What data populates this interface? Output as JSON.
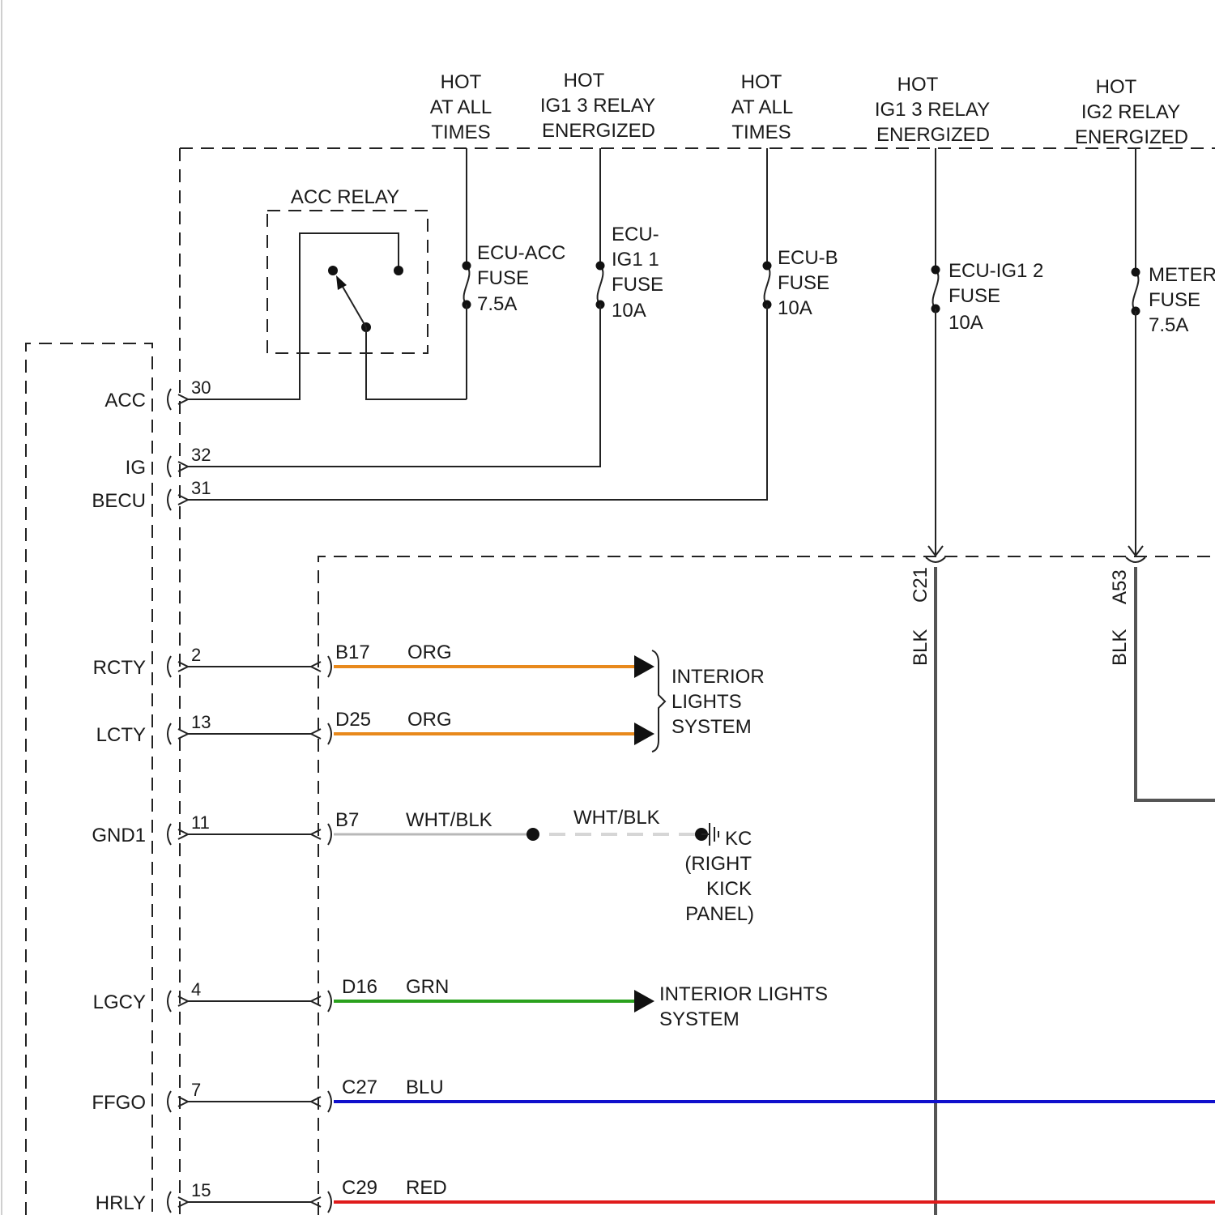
{
  "colors": {
    "ORG": "#e8891c",
    "GRN": "#2aa11d",
    "BLU": "#1010cc",
    "RED": "#e01b1b",
    "WHT_BLK": "#b8b8b8",
    "BLK": "#555555",
    "line": "#222222"
  },
  "power_sources": [
    {
      "id": "src-1",
      "line1": "HOT",
      "line2": "AT ALL",
      "line3": "TIMES"
    },
    {
      "id": "src-2",
      "line1": "HOT",
      "line2": "IG1 3 RELAY",
      "line3": "ENERGIZED"
    },
    {
      "id": "src-3",
      "line1": "HOT",
      "line2": "AT ALL",
      "line3": "TIMES"
    },
    {
      "id": "src-4",
      "line1": "HOT",
      "line2": "IG1 3 RELAY",
      "line3": "ENERGIZED"
    },
    {
      "id": "src-5",
      "line1": "HOT",
      "line2": "IG2 RELAY",
      "line3": "ENERGIZED"
    }
  ],
  "fuses": [
    {
      "id": "fuse-ecu-acc",
      "line1": "ECU-ACC",
      "line2": "FUSE",
      "line3": "7.5A",
      "line4": ""
    },
    {
      "id": "fuse-ecu-ig1-1",
      "line1": "ECU-",
      "line2": "IG1 1",
      "line3": "FUSE",
      "line4": "10A"
    },
    {
      "id": "fuse-ecu-b",
      "line1": "ECU-B",
      "line2": "FUSE",
      "line3": "10A",
      "line4": ""
    },
    {
      "id": "fuse-ecu-ig1-2",
      "line1": "ECU-IG1 2",
      "line2": "FUSE",
      "line3": "10A",
      "line4": ""
    },
    {
      "id": "fuse-meter",
      "line1": "METER",
      "line2": "FUSE",
      "line3": "7.5A",
      "line4": ""
    }
  ],
  "acc_relay": {
    "label": "ACC RELAY"
  },
  "ecu_pins": [
    {
      "name": "ACC",
      "pin": "30"
    },
    {
      "name": "IG",
      "pin": "32"
    },
    {
      "name": "BECU",
      "pin": "31"
    },
    {
      "name": "RCTY",
      "pin": "2"
    },
    {
      "name": "LCTY",
      "pin": "13"
    },
    {
      "name": "GND1",
      "pin": "11"
    },
    {
      "name": "LGCY",
      "pin": "4"
    },
    {
      "name": "FFGO",
      "pin": "7"
    },
    {
      "name": "HRLY",
      "pin": "15"
    }
  ],
  "wires": [
    {
      "connector": "B17",
      "color": "ORG"
    },
    {
      "connector": "D25",
      "color": "ORG"
    },
    {
      "connector": "B7",
      "color": "WHT/BLK",
      "color2": "WHT/BLK"
    },
    {
      "connector": "D16",
      "color": "GRN"
    },
    {
      "connector": "C27",
      "color": "BLU"
    },
    {
      "connector": "C29",
      "color": "RED"
    }
  ],
  "vertical_wires": [
    {
      "connector": "C21",
      "color": "BLK"
    },
    {
      "connector": "A53",
      "color": "BLK"
    }
  ],
  "destinations": {
    "interior_lights_1": {
      "line1": "INTERIOR",
      "line2": "LIGHTS",
      "line3": "SYSTEM"
    },
    "ground": {
      "line1": "KC",
      "line2": "(RIGHT",
      "line3": "KICK",
      "line4": "PANEL)"
    },
    "interior_lights_2": {
      "line1": "INTERIOR LIGHTS",
      "line2": "SYSTEM"
    }
  }
}
